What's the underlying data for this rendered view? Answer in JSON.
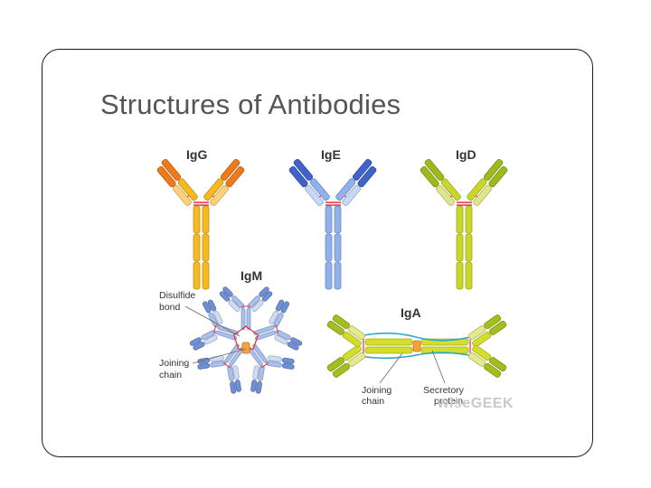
{
  "slide": {
    "title": "Structures of Antibodies"
  },
  "diagram": {
    "antibodies": [
      {
        "id": "igg",
        "label": "IgG",
        "variable_color": "#ef7a1a",
        "constant_color": "#f6b91e",
        "light_color": "#ffd27a"
      },
      {
        "id": "ige",
        "label": "IgE",
        "variable_color": "#3f63c8",
        "constant_color": "#8fb1ee",
        "light_color": "#c6d8f7"
      },
      {
        "id": "igd",
        "label": "IgD",
        "variable_color": "#9dba1d",
        "constant_color": "#c9d72a",
        "light_color": "#dfe68a"
      },
      {
        "id": "igm",
        "label": "IgM",
        "variable_color": "#6f8fd6",
        "constant_color": "#a9c0ee",
        "light_color": "#cfdcf6"
      },
      {
        "id": "iga",
        "label": "IgA",
        "variable_color": "#a4be1e",
        "constant_color": "#d4de2a",
        "light_color": "#e3ea8c"
      }
    ],
    "annotations": {
      "disulfide_bond": [
        "Disulfide",
        "bond"
      ],
      "igm_joining_chain": [
        "Joining",
        "chain"
      ],
      "iga_joining_chain": [
        "Joining",
        "chain"
      ],
      "secretory_protein": [
        "Secretory",
        "protein"
      ]
    },
    "disulfide_color": "#e0313a",
    "secretory_color": "#2fa6c9",
    "watermark": "wiseGEEK"
  }
}
